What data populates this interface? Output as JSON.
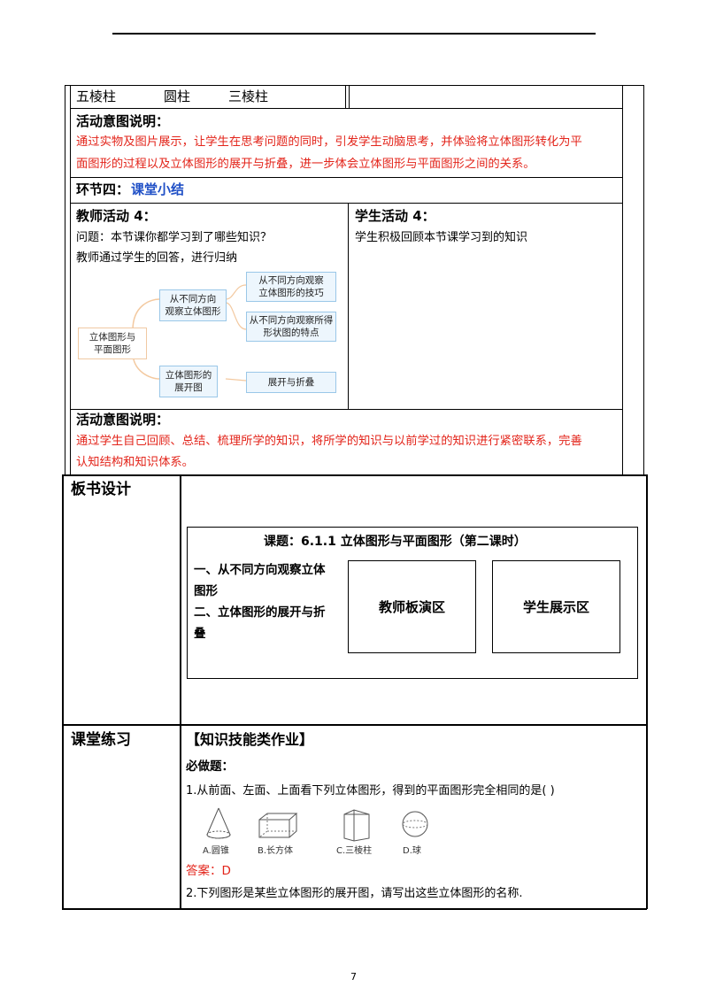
{
  "shapes_row": {
    "items": [
      "五棱柱",
      "圆柱",
      "三棱柱"
    ]
  },
  "intent1": {
    "heading": "活动意图说明：",
    "line1": "通过实物及图片展示，让学生在思考问题的同时，引发学生动脑思考，并体验将立体图形转化为平",
    "line2": "面图形的过程以及立体图形的展开与折叠，进一步体会立体图形与平面图形之间的关系。"
  },
  "section4": {
    "prefix": "环节四：",
    "title": "课堂小结"
  },
  "teacher": {
    "heading": "教师活动 4：",
    "question": "问题：本节课你都学习到了哪些知识？",
    "summary": "教师通过学生的回答，进行归纳"
  },
  "student": {
    "heading": "学生活动 4：",
    "text": "学生积极回顾本节课学习到的知识"
  },
  "mindmap": {
    "root": [
      "立体图形与",
      "平面图形"
    ],
    "branch1": [
      "从不同方向",
      "观察立体图形"
    ],
    "branch2": [
      "立体图形的",
      "展开图"
    ],
    "leaf1": [
      "从不同方向观察",
      "立体图形的技巧"
    ],
    "leaf2": [
      "从不同方向观察所得",
      "形状图的特点"
    ],
    "leaf3": [
      "展开与折叠"
    ]
  },
  "intent2": {
    "heading": "活动意图说明：",
    "line1": "通过学生自己回顾、总结、梳理所学的知识，将所学的知识与以前学过的知识进行紧密联系，完善",
    "line2": "认知结构和知识体系。"
  },
  "board": {
    "label": "板书设计",
    "title": "课题：6.1.1  立体图形与平面图形（第二课时）",
    "item1a": "一、从不同方向观察立体",
    "item1b": "图形",
    "item2a": "二、立体图形的展开与折",
    "item2b": "叠",
    "teacher_area": "教师板演区",
    "student_area": "学生展示区"
  },
  "practice": {
    "label": "课堂练习",
    "heading": "【知识技能类作业】",
    "required": "必做题：",
    "q1": "1.从前面、左面、上面看下列立体图形，得到的平面图形完全相同的是(        )",
    "options": [
      "A.圆锥",
      "B.长方体",
      "C.三棱柱",
      "D.球"
    ],
    "answer": "答案：D",
    "q2": "2.下列图形是某些立体图形的展开图，请写出这些立体图形的名称."
  },
  "page_number": "7"
}
